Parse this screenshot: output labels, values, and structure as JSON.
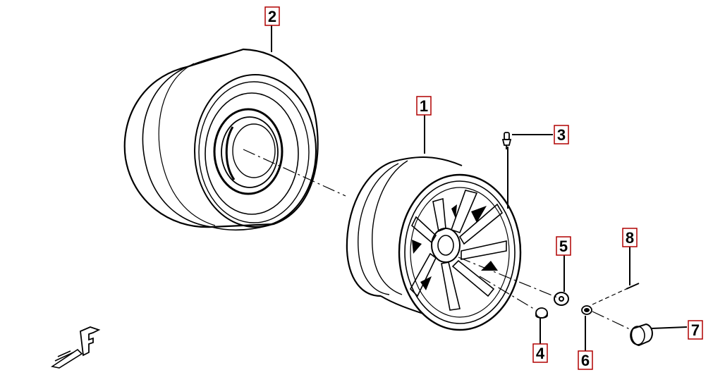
{
  "callouts": [
    {
      "id": "1",
      "label": "1"
    },
    {
      "id": "2",
      "label": "2"
    },
    {
      "id": "3",
      "label": "3"
    },
    {
      "id": "4",
      "label": "4"
    },
    {
      "id": "5",
      "label": "5"
    },
    {
      "id": "6",
      "label": "6"
    },
    {
      "id": "7",
      "label": "7"
    },
    {
      "id": "8",
      "label": "8"
    }
  ],
  "orientation_mark": "F",
  "colors": {
    "ink": "#000000",
    "callout_border": "#b00000",
    "background": "#ffffff"
  },
  "parts_depicted": [
    "wheel-rim",
    "tire",
    "valve-stem",
    "cap-nut",
    "washer",
    "castle-nut",
    "hub-cap",
    "cotter-pin"
  ]
}
